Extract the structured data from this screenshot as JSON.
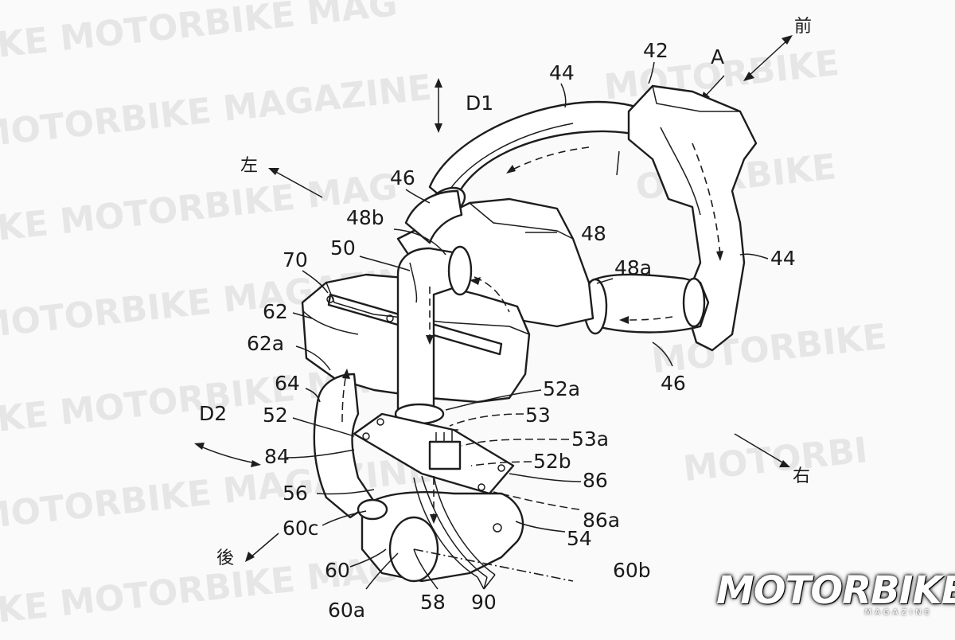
{
  "labels": {
    "l42": "42",
    "lA": "A",
    "lfront": "前",
    "l44top": "44",
    "lD1": "D1",
    "lleft": "左",
    "l46top": "46",
    "l48b": "48b",
    "l48": "48",
    "l50": "50",
    "l70": "70",
    "l48a": "48a",
    "l44right": "44",
    "l62": "62",
    "l62a": "62a",
    "l46right": "46",
    "l64": "64",
    "l52a": "52a",
    "lD2": "D2",
    "l52": "52",
    "l53": "53",
    "l53a": "53a",
    "l84": "84",
    "l52b": "52b",
    "lright": "右",
    "l86": "86",
    "l56": "56",
    "l86a": "86a",
    "l60c": "60c",
    "l54": "54",
    "lback": "後",
    "l60": "60",
    "l60b": "60b",
    "l60a": "60a",
    "l58": "58",
    "l90": "90"
  },
  "brand": {
    "name": "MOTORBIKE",
    "subtitle": "MAGAZINE"
  }
}
